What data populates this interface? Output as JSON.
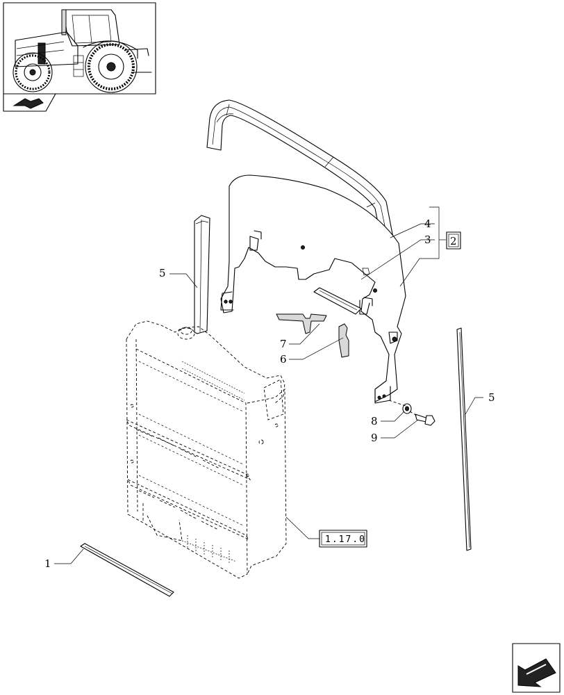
{
  "callouts": {
    "c1": "1",
    "c3": "3",
    "c4": "4",
    "c5_left": "5",
    "c5_right": "5",
    "c6": "6",
    "c7": "7",
    "c8": "8",
    "c9": "9"
  },
  "reference_boxes": {
    "group": "2",
    "radiator_ref": "1.17.0"
  },
  "icons": {
    "thumbnail": "tractor-thumbnail-icon",
    "section": "section-nav-icon",
    "next_page": "next-page-arrow-icon"
  }
}
